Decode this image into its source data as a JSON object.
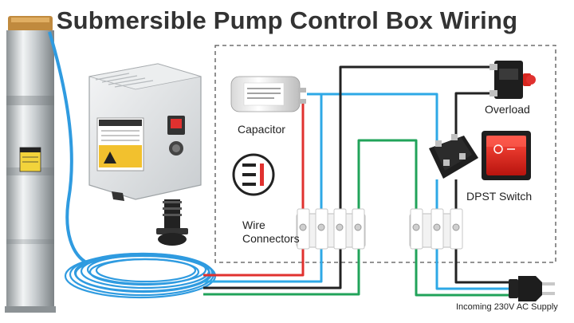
{
  "title": "Submersible Pump Control Box Wiring",
  "labels": {
    "capacitor": "Capacitor",
    "overload": "Overload",
    "dpst_switch": "DPST Switch",
    "wire_connectors_line1": "Wire",
    "wire_connectors_line2": "Connectors",
    "incoming_supply": "Incoming 230V AC Supply"
  },
  "colors": {
    "title_text": "#333333",
    "wire_red": "#e0312f",
    "wire_blue": "#2ea8e6",
    "wire_black": "#222222",
    "wire_green": "#21a35a",
    "pump_cable": "#2f9be0",
    "dashed_border": "#555555",
    "rocker_red": "#d7261e"
  },
  "icons": {
    "pump": "submersible-pump-icon",
    "control_box": "control-box-icon",
    "capacitor": "capacitor-icon",
    "overload": "overload-breaker-icon",
    "dpst": "rocker-switch-icon",
    "plug": "power-plug-icon",
    "logo": "ei-logo-icon"
  }
}
